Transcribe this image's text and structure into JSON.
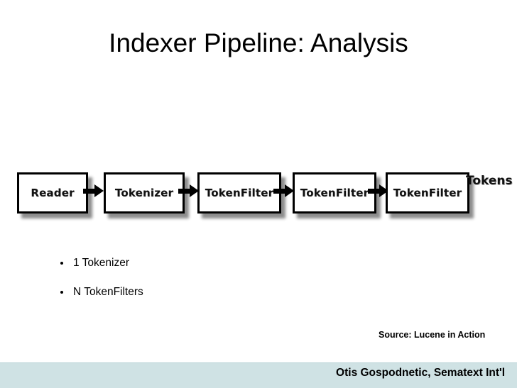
{
  "slide": {
    "title": "Indexer Pipeline: Analysis",
    "source_credit": "Source: Lucene in Action",
    "footer": "Otis Gospodnetic, Sematext Int'l"
  },
  "diagram": {
    "type": "flow",
    "nodes": [
      {
        "label": "Reader"
      },
      {
        "label": "Tokenizer"
      },
      {
        "label": "TokenFilter"
      },
      {
        "label": "TokenFilter"
      },
      {
        "label": "TokenFilter"
      }
    ],
    "output_label": "Tokens",
    "arrow_count": 4
  },
  "bullets": [
    {
      "text": "1 Tokenizer"
    },
    {
      "text": "N TokenFilters"
    }
  ],
  "colors": {
    "background": "#ffffff",
    "text": "#000000",
    "footer_bar": "#cfe2e4",
    "node_border": "#000000",
    "node_fill": "#ffffff"
  }
}
